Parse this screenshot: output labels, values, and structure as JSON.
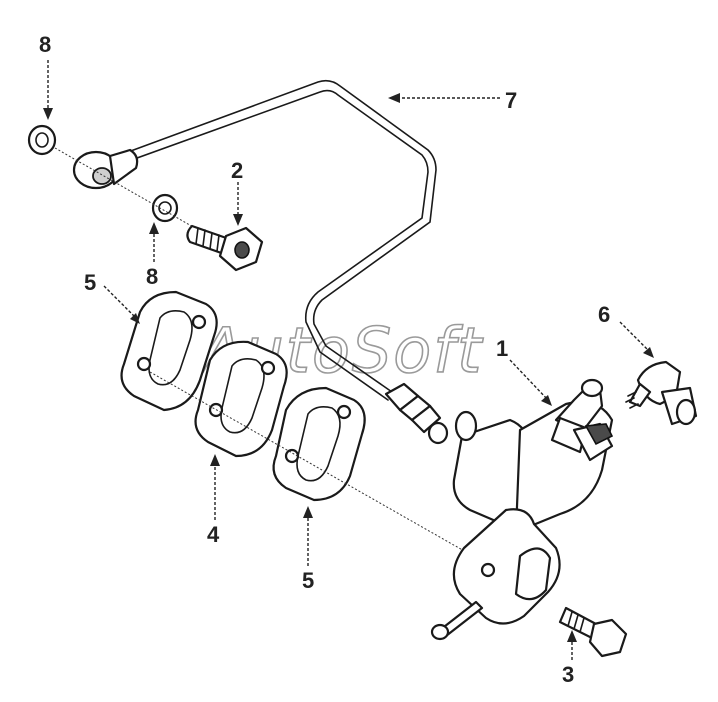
{
  "watermark": "AutoSoft",
  "callouts": {
    "c8_top": "8",
    "c8_bottom": "8",
    "c2": "2",
    "c7": "7",
    "c5_left": "5",
    "c5_bottom": "5",
    "c4": "4",
    "c1": "1",
    "c6": "6",
    "c3": "3"
  }
}
